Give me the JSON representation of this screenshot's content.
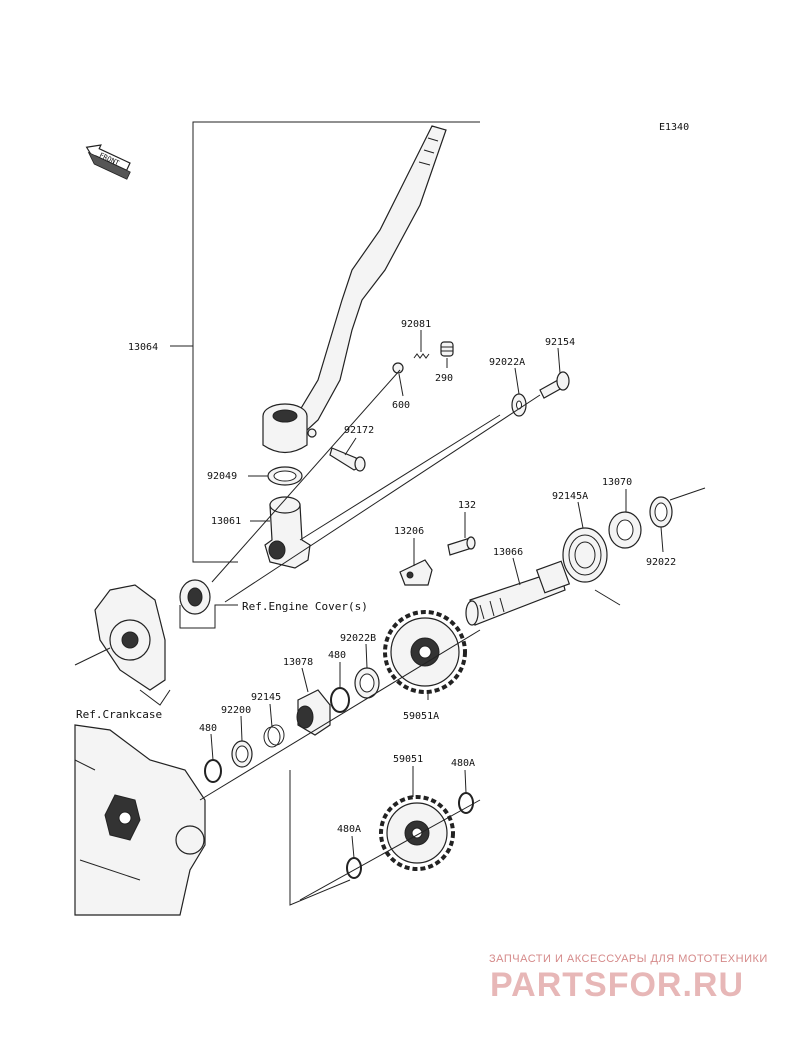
{
  "code": "E1340",
  "front_label": "FRONT",
  "parts": [
    {
      "id": "13064"
    },
    {
      "id": "92081"
    },
    {
      "id": "92154"
    },
    {
      "id": "92022A"
    },
    {
      "id": "290"
    },
    {
      "id": "600"
    },
    {
      "id": "92172"
    },
    {
      "id": "92049"
    },
    {
      "id": "13061"
    },
    {
      "id": "132"
    },
    {
      "id": "13206"
    },
    {
      "id": "13066"
    },
    {
      "id": "92145A"
    },
    {
      "id": "13070"
    },
    {
      "id": "92022"
    },
    {
      "id": "92022B"
    },
    {
      "id": "480"
    },
    {
      "id": "13078"
    },
    {
      "id": "92145"
    },
    {
      "id": "92200"
    },
    {
      "id": "59051A"
    },
    {
      "id": "59051"
    },
    {
      "id": "480A"
    }
  ],
  "refs": {
    "engine_cover": "Ref.Engine Cover(s)",
    "crankcase": "Ref.Crankcase"
  },
  "watermark": {
    "line1": "ЗАПЧАСТИ И АКСЕССУАРЫ ДЛЯ МОТОТЕХНИКИ",
    "line2": "PARTSFOR.RU"
  }
}
